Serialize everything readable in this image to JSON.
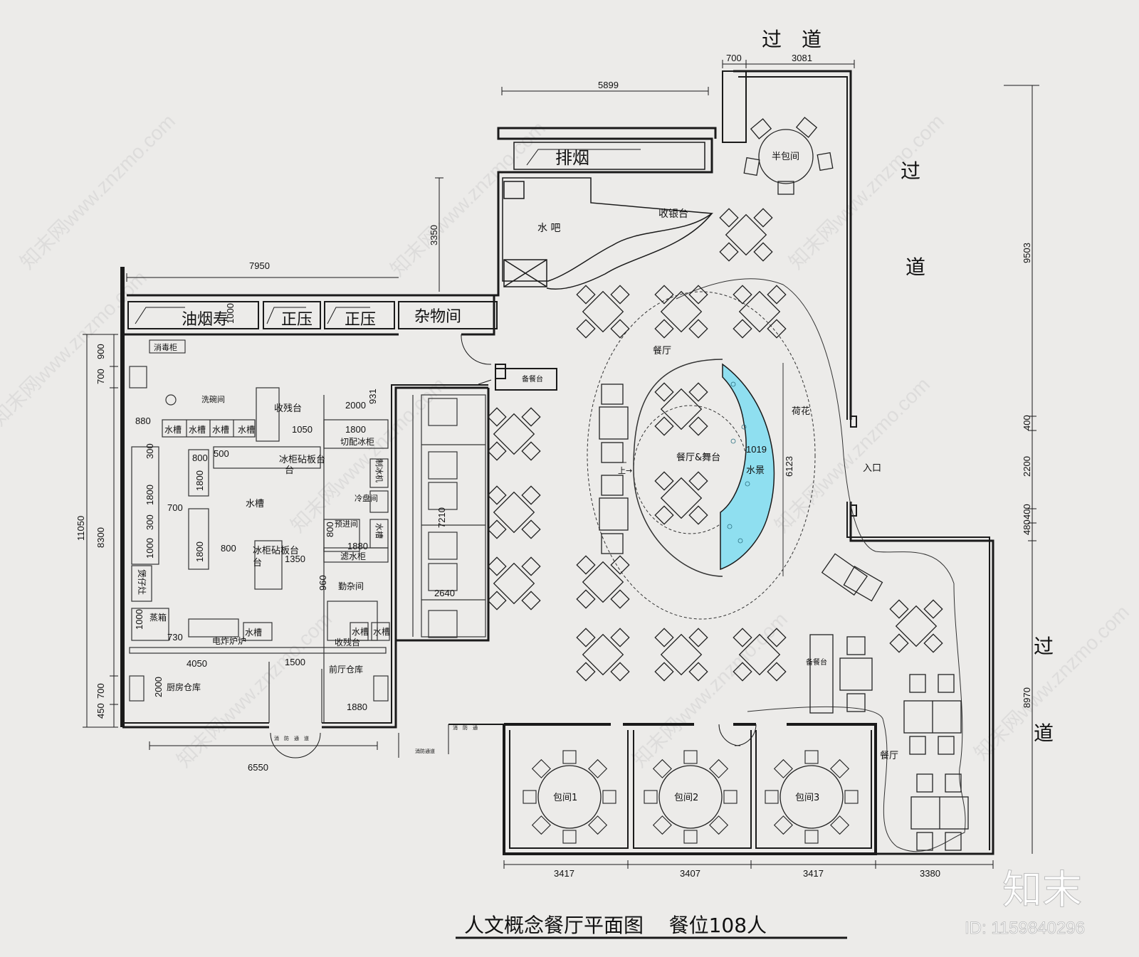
{
  "title": "人文概念餐厅平面图    餐位108人",
  "corridor_labels": [
    "过　道",
    "过",
    "道",
    "过",
    "道"
  ],
  "rooms": {
    "exhaust": "排烟",
    "water_bar": "水 吧",
    "cashier": "收银台",
    "oil_fume": "油烟寿",
    "positive_pressure": "正压",
    "storage": "杂物间",
    "disinfect": "消毒柜",
    "dish_wash": "洗碗间",
    "collect_counter": "收残台",
    "sink": "水槽",
    "cut_fridge": "切配冰柜",
    "fridge_board": "冰柜砧板台",
    "ice_maker": "制冰机",
    "cold_dish": "冷盘间",
    "water_sink_small": "水槽",
    "prep": "预进间",
    "filter_cabinet": "滤水柜",
    "stove": "煲仔灶",
    "steamer": "蒸箱",
    "fryer": "电炸炉炉",
    "misc_room": "勤杂间",
    "kitchen_store": "厨房仓库",
    "front_store": "前厅仓库",
    "service_table_1": "备餐台",
    "service_table_2": "备餐台",
    "dining": "餐厅",
    "stage": "餐厅&舞台",
    "water_feature": "水景",
    "lotus": "荷花",
    "entrance": "入口",
    "semi_private": "半包间",
    "private_1": "包间1",
    "private_2": "包间2",
    "private_3": "包间3",
    "dining_2": "餐厅",
    "up": "上→",
    "fire_exit_1": "消　防　通　道",
    "fire_exit_2": "消防通道",
    "fire_exit_3": "消　防　通"
  },
  "dimensions": {
    "d700_top": "700",
    "d3081": "3081",
    "d5899": "5899",
    "d3350": "3350",
    "d7950": "7950",
    "d9503": "9503",
    "d1000": "1000",
    "d900": "900",
    "d700a": "700",
    "d11050": "11050",
    "d8300": "8300",
    "d700b": "700",
    "d450": "450",
    "d2000a": "2000",
    "d931": "931",
    "d880": "880",
    "d1050": "1050",
    "d1800a": "1800",
    "d300a": "300",
    "d800a": "800",
    "d500": "500",
    "d1800b": "1800",
    "d1800c": "1800",
    "d700c": "700",
    "d300b": "300",
    "d1000b": "1000",
    "d1800d": "1800",
    "d800b": "800",
    "d800c": "800",
    "d1880a": "1880",
    "d1350": "1350",
    "d960": "960",
    "d1000c": "1000",
    "d730": "730",
    "d4050": "4050",
    "d1500": "1500",
    "d2000b": "2000",
    "d1880b": "1880",
    "d6550": "6550",
    "d7210": "7210",
    "d2640": "2640",
    "d6123": "6123",
    "d1019": "1019",
    "d400a": "400",
    "d2200": "2200",
    "d480": "480",
    "d400b": "400",
    "d8970": "8970",
    "d3417a": "3417",
    "d3407": "3407",
    "d3417b": "3417",
    "d3380": "3380"
  },
  "watermark": "知末网www.znzmo.com",
  "brand": "知末",
  "image_id": "ID: 1159840296",
  "colors": {
    "wall": "#1a1a1a",
    "water": "#8fdff0",
    "paper": "#ecebe9"
  }
}
